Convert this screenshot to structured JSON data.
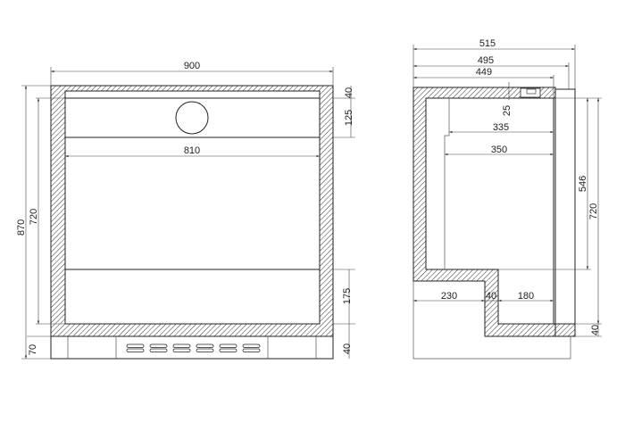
{
  "front_view": {
    "dims": {
      "width_total": "900",
      "inner_width": "810",
      "height_total": "870",
      "inner_height": "720",
      "plinth_height": "70",
      "top_wall": "40",
      "top_section": "125",
      "bottom_section": "175",
      "bottom_wall": "40"
    }
  },
  "side_view": {
    "dims": {
      "depth_total": "515",
      "depth_body": "495",
      "depth_inner": "449",
      "gap": "25",
      "shelf_upper": "335",
      "shelf_lower": "350",
      "height_inner": "546",
      "height_total": "720",
      "step_front": "230",
      "step_wall": "40",
      "step_rear": "180",
      "bottom_wall": "40"
    }
  }
}
